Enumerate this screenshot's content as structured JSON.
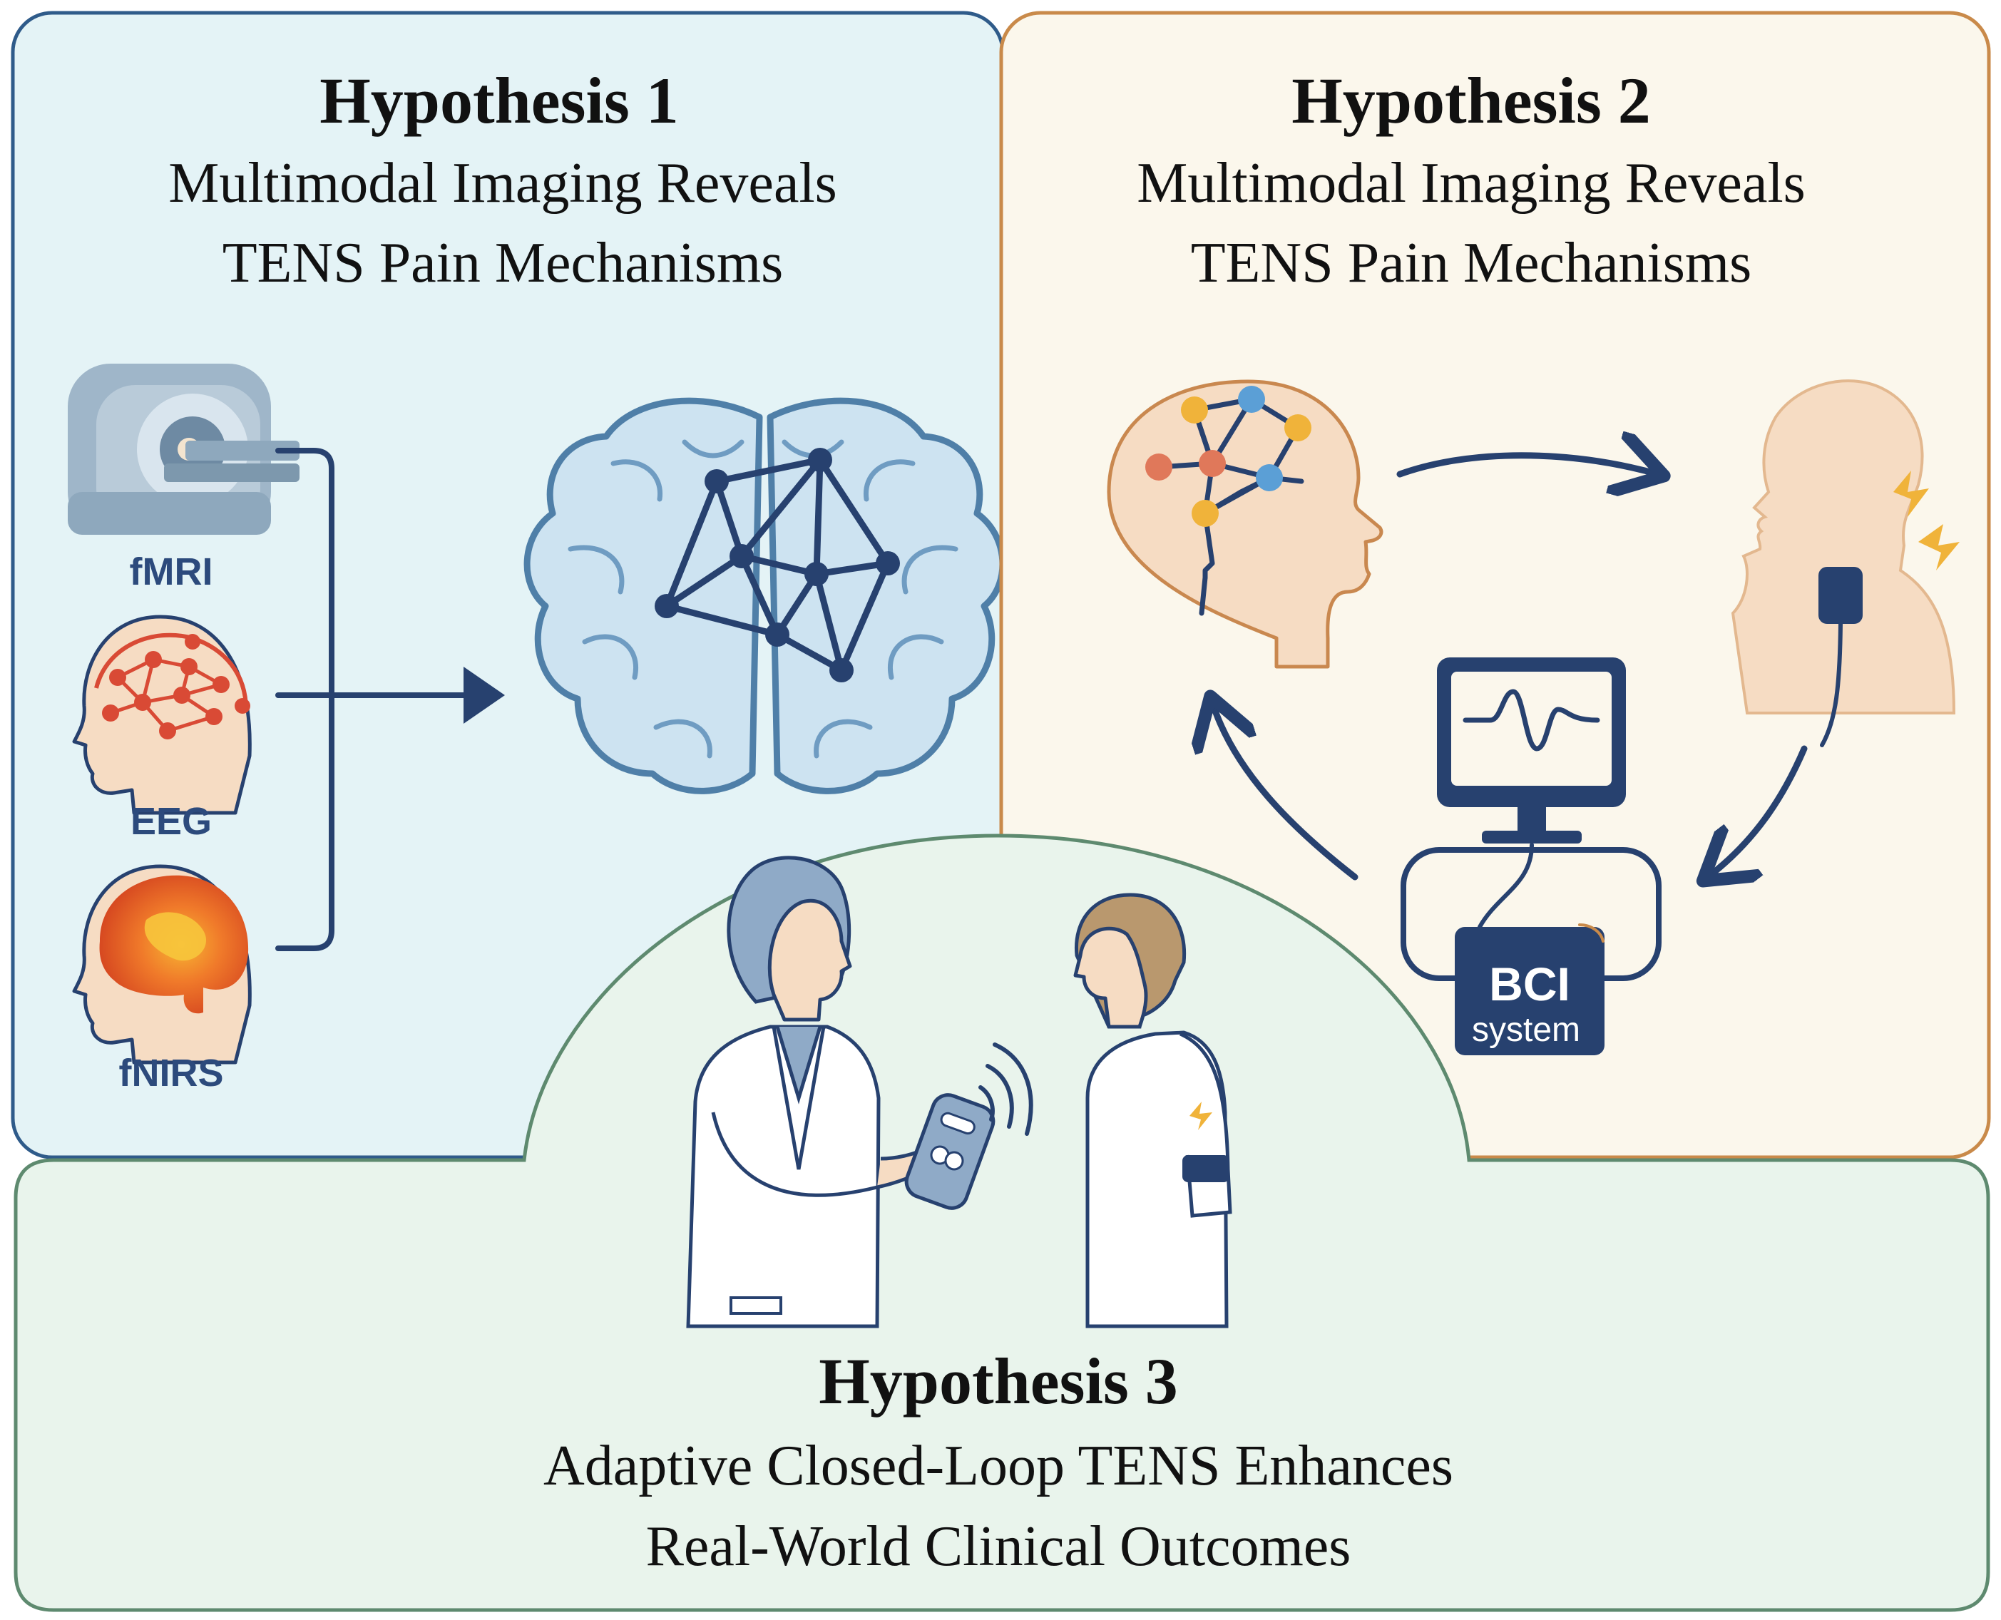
{
  "hypothesis1": {
    "title": "Hypothesis 1",
    "subtitle_line1": "Multimodal Imaging Reveals",
    "subtitle_line2": "TENS Pain Mechanisms",
    "modalities": [
      "fMRI",
      "EEG",
      "fNIRS"
    ]
  },
  "hypothesis2": {
    "title": "Hypothesis 2",
    "subtitle_line1": "Multimodal Imaging Reveals",
    "subtitle_line2": "TENS Pain Mechanisms",
    "bci_line1": "BCI",
    "bci_line2": "system"
  },
  "hypothesis3": {
    "title": "Hypothesis 3",
    "subtitle_line1": "Adaptive Closed-Loop TENS Enhances",
    "subtitle_line2": "Real-World Clinical Outcomes"
  },
  "colors": {
    "panel1_fill": "#e4f3f6",
    "panel1_border": "#2f5b8a",
    "panel2_fill": "#fbf7ec",
    "panel2_border": "#c98a4a",
    "panel3_fill": "#e9f4ec",
    "panel3_border": "#5e8a6f",
    "navy": "#27416f",
    "skin": "#f6dcc3",
    "skin_outline": "#c9884f",
    "node_red": "#d94a35",
    "node_yellow": "#f0b33a",
    "node_blue": "#5b9fd6"
  }
}
